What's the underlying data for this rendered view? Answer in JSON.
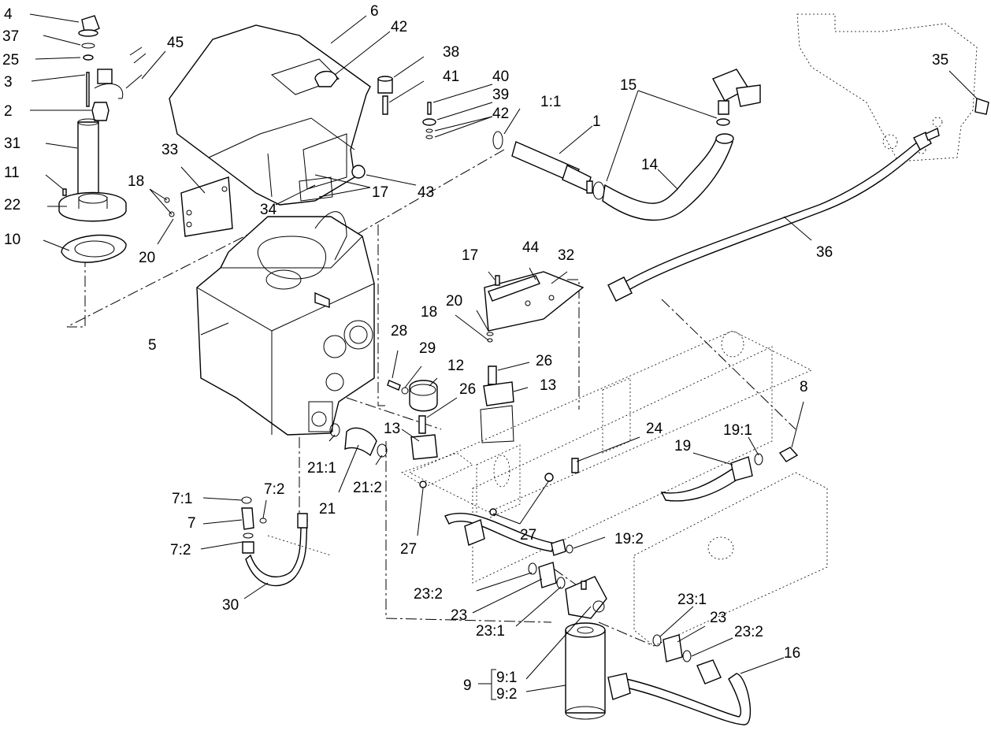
{
  "callouts": [
    {
      "id": "4",
      "text": "4"
    },
    {
      "id": "37",
      "text": "37"
    },
    {
      "id": "25",
      "text": "25"
    },
    {
      "id": "3",
      "text": "3"
    },
    {
      "id": "2",
      "text": "2"
    },
    {
      "id": "31",
      "text": "31"
    },
    {
      "id": "11",
      "text": "11"
    },
    {
      "id": "22",
      "text": "22"
    },
    {
      "id": "10",
      "text": "10"
    },
    {
      "id": "45",
      "text": "45"
    },
    {
      "id": "6",
      "text": "6"
    },
    {
      "id": "42a",
      "text": "42"
    },
    {
      "id": "38",
      "text": "38"
    },
    {
      "id": "41",
      "text": "41"
    },
    {
      "id": "40",
      "text": "40"
    },
    {
      "id": "39",
      "text": "39"
    },
    {
      "id": "42b",
      "text": "42"
    },
    {
      "id": "1_1",
      "text": "1:1"
    },
    {
      "id": "1",
      "text": "1"
    },
    {
      "id": "15",
      "text": "15"
    },
    {
      "id": "14",
      "text": "14"
    },
    {
      "id": "35",
      "text": "35"
    },
    {
      "id": "36",
      "text": "36"
    },
    {
      "id": "33",
      "text": "33"
    },
    {
      "id": "18a",
      "text": "18"
    },
    {
      "id": "20a",
      "text": "20"
    },
    {
      "id": "34",
      "text": "34"
    },
    {
      "id": "17a",
      "text": "17"
    },
    {
      "id": "43",
      "text": "43"
    },
    {
      "id": "17b",
      "text": "17"
    },
    {
      "id": "44",
      "text": "44"
    },
    {
      "id": "32",
      "text": "32"
    },
    {
      "id": "20b",
      "text": "20"
    },
    {
      "id": "18b",
      "text": "18"
    },
    {
      "id": "5",
      "text": "5"
    },
    {
      "id": "28",
      "text": "28"
    },
    {
      "id": "29",
      "text": "29"
    },
    {
      "id": "12",
      "text": "12"
    },
    {
      "id": "26a",
      "text": "26"
    },
    {
      "id": "26b",
      "text": "26"
    },
    {
      "id": "13a",
      "text": "13"
    },
    {
      "id": "13b",
      "text": "13"
    },
    {
      "id": "8",
      "text": "8"
    },
    {
      "id": "24",
      "text": "24"
    },
    {
      "id": "19_1",
      "text": "19:1"
    },
    {
      "id": "19",
      "text": "19"
    },
    {
      "id": "21_1",
      "text": "21:1"
    },
    {
      "id": "21",
      "text": "21"
    },
    {
      "id": "21_2",
      "text": "21:2"
    },
    {
      "id": "7_1",
      "text": "7:1"
    },
    {
      "id": "7_2a",
      "text": "7:2"
    },
    {
      "id": "7",
      "text": "7"
    },
    {
      "id": "7_2b",
      "text": "7:2"
    },
    {
      "id": "27a",
      "text": "27"
    },
    {
      "id": "27b",
      "text": "27"
    },
    {
      "id": "19_2",
      "text": "19:2"
    },
    {
      "id": "30",
      "text": "30"
    },
    {
      "id": "23_2a",
      "text": "23:2"
    },
    {
      "id": "23a",
      "text": "23"
    },
    {
      "id": "23_1a",
      "text": "23:1"
    },
    {
      "id": "23_1b",
      "text": "23:1"
    },
    {
      "id": "23b",
      "text": "23"
    },
    {
      "id": "23_2b",
      "text": "23:2"
    },
    {
      "id": "16",
      "text": "16"
    },
    {
      "id": "9",
      "text": "9"
    },
    {
      "id": "9_1",
      "text": "9:1"
    },
    {
      "id": "9_2",
      "text": "9:2"
    }
  ]
}
